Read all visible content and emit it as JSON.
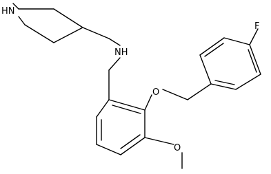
{
  "atoms": {
    "piperidine_nh": "HN",
    "amine_nh": "NH",
    "ether_o": "O",
    "methoxy_o": "O",
    "fluorine": "F"
  }
}
